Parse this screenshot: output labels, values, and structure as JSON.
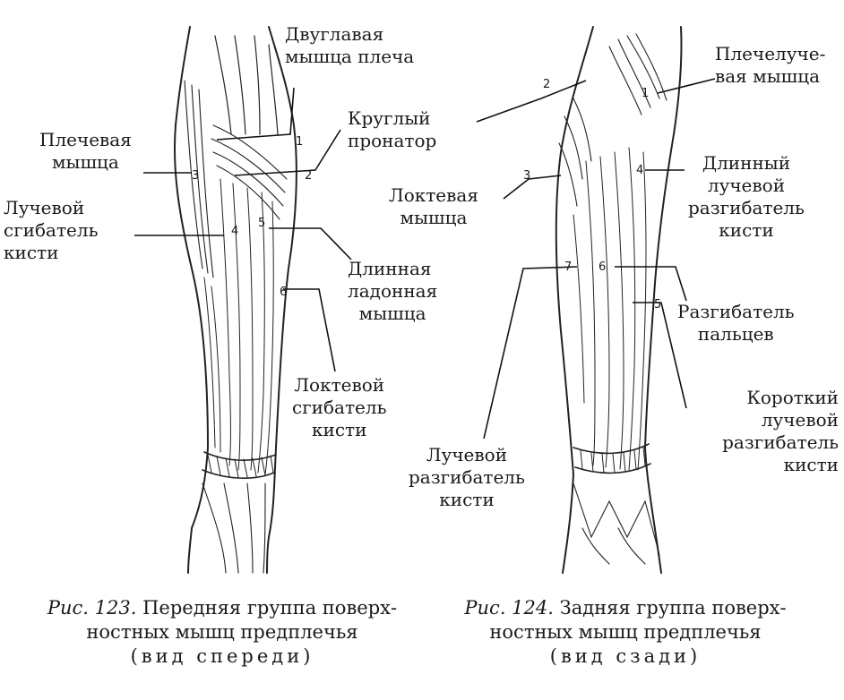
{
  "figure_123": {
    "labels": {
      "biceps": [
        "Двуглавая",
        "мышца плеча"
      ],
      "pronator": [
        "Круглый",
        "пронатор"
      ],
      "brachialis": [
        "Плечевая",
        "мышца"
      ],
      "radial_flexor": [
        "Лучевой",
        "сгибатель",
        "кисти"
      ],
      "palmaris": [
        "Длинная",
        "ладонная",
        "мышца"
      ],
      "ulnar_flexor": [
        "Локтевой",
        "сгибатель",
        "кисти"
      ]
    },
    "numbers": [
      "1",
      "2",
      "3",
      "4",
      "5",
      "6"
    ],
    "caption": {
      "number": "Рис. 123.",
      "line1": "Передняя группа поверх-",
      "line2": "ностных мышц предплечья",
      "line3": "(вид спереди)"
    }
  },
  "figure_124": {
    "labels": {
      "brachioradialis": [
        "Плечелуче-",
        "вая мышца"
      ],
      "anconeus": [
        "Локтевая",
        "мышца"
      ],
      "long_radial_extensor": [
        "Длинный",
        "лучевой",
        "разгибатель",
        "кисти"
      ],
      "finger_extensor": [
        "Разгибатель",
        "пальцев"
      ],
      "short_radial_extensor": [
        "Короткий",
        "лучевой",
        "разгибатель",
        "кисти"
      ],
      "radial_extensor": [
        "Лучевой",
        "разгибатель",
        "кисти"
      ]
    },
    "numbers": [
      "1",
      "2",
      "3",
      "4",
      "5",
      "6",
      "7"
    ],
    "caption": {
      "number": "Рис. 124.",
      "line1": "Задняя группа поверх-",
      "line2": "ностных мышц предплечья",
      "line3": "(вид сзади)"
    }
  }
}
